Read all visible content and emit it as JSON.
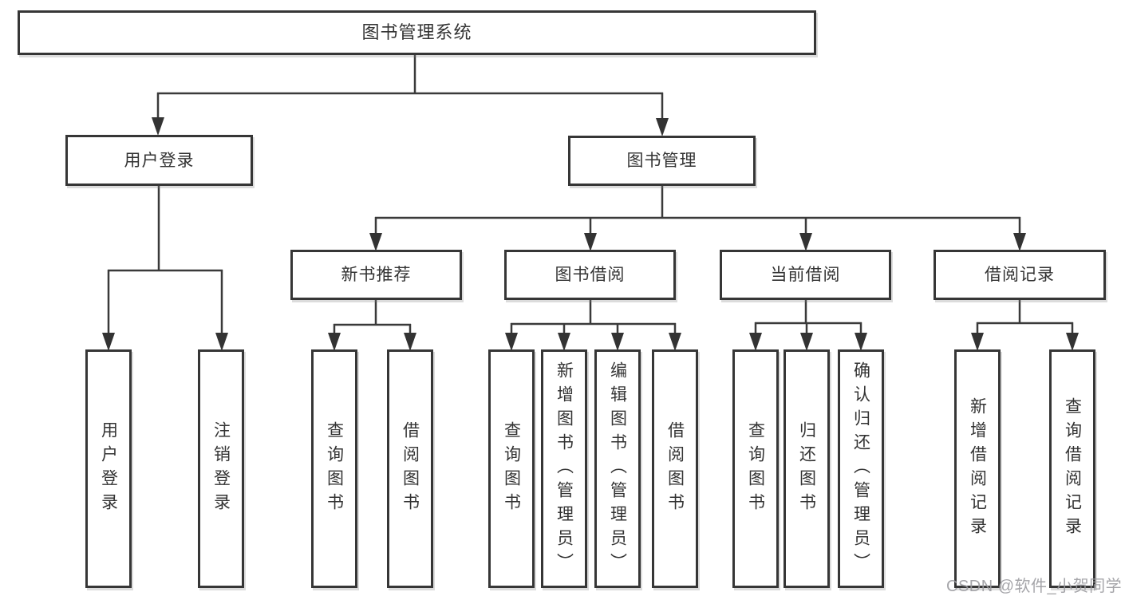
{
  "diagram": {
    "title": "图书管理系统",
    "branches": [
      {
        "label": "用户登录",
        "leaves": [
          "用户登录",
          "注销登录"
        ]
      },
      {
        "label": "图书管理",
        "groups": [
          {
            "label": "新书推荐",
            "leaves": [
              "查询图书",
              "借阅图书"
            ]
          },
          {
            "label": "图书借阅",
            "leaves": [
              "查询图书",
              "新增图书（管理员）",
              "编辑图书（管理员）",
              "借阅图书"
            ]
          },
          {
            "label": "当前借阅",
            "leaves": [
              "查询图书",
              "归还图书",
              "确认归还（管理员）"
            ]
          },
          {
            "label": "借阅记录",
            "leaves": [
              "新增借阅记录",
              "查询借阅记录"
            ]
          }
        ]
      }
    ]
  },
  "watermark": "CSDN @软件_小贺同学",
  "colors": {
    "line": "#3a3a3a",
    "text": "#333333",
    "border": "#363636",
    "watermark": "#9b9ba0",
    "background": "#ffffff"
  }
}
